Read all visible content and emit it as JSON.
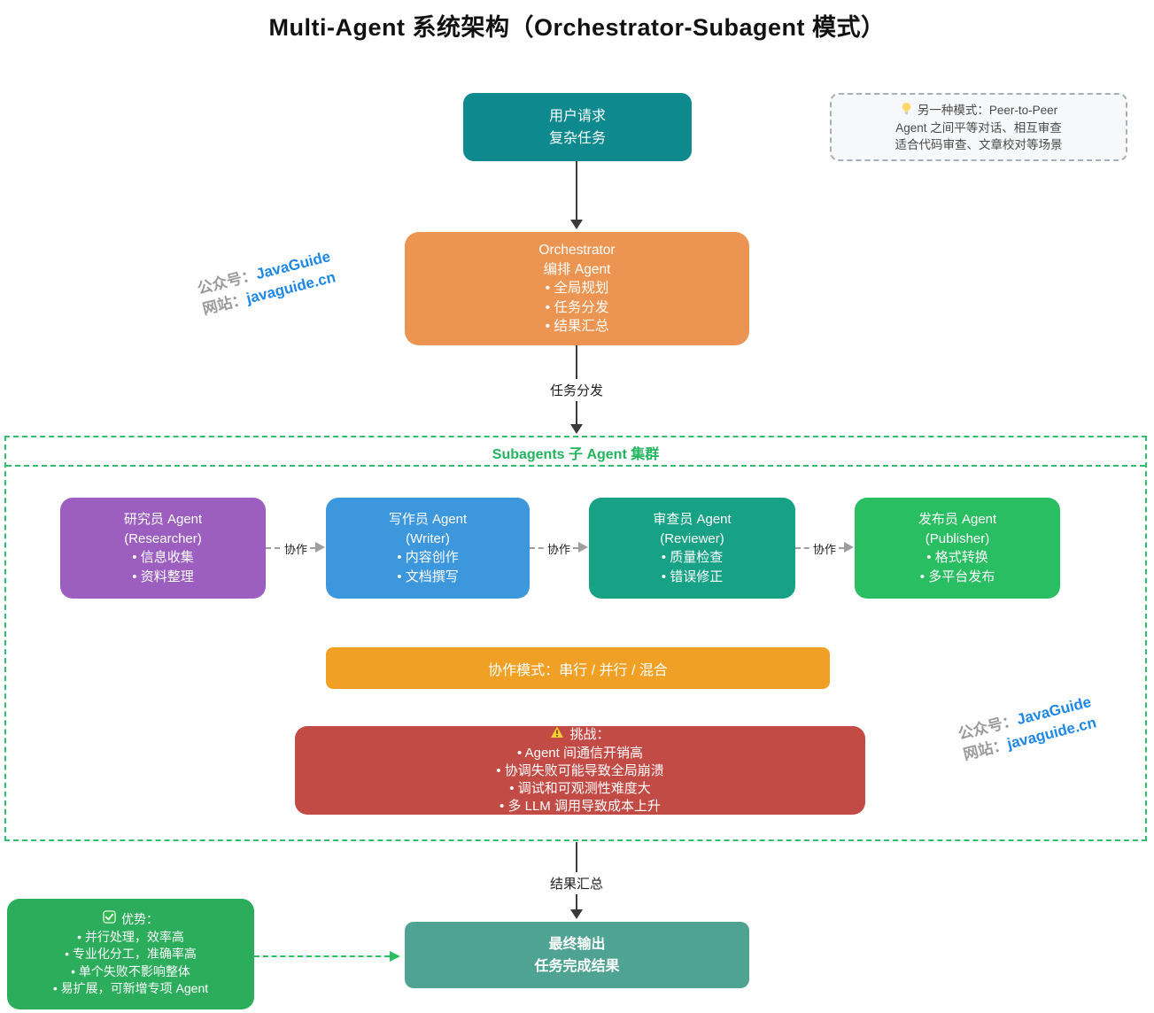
{
  "title": "Multi-Agent 系统架构（Orchestrator-Subagent 模式）",
  "user_request": {
    "line1": "用户请求",
    "line2": "复杂任务",
    "color": "#0E8A8F"
  },
  "note": {
    "line1": "另一种模式：Peer-to-Peer",
    "line2": "Agent 之间平等对话、相互审查",
    "line3": "适合代码审查、文章校对等场景",
    "bulb_icon": "lightbulb"
  },
  "watermark": {
    "label1": "公众号：",
    "value1": "JavaGuide",
    "label2": "网站：",
    "value2": "javaguide.cn",
    "value_color": "#1E88E5"
  },
  "orchestrator": {
    "title": "Orchestrator",
    "subtitle": "编排 Agent",
    "bullets": [
      "全局规划",
      "任务分发",
      "结果汇总"
    ],
    "color": "#EC9552"
  },
  "edges": {
    "dispatch": "任务分发",
    "aggregate": "结果汇总",
    "collab": "协作"
  },
  "subagents": {
    "header": "Subagents 子 Agent 集群",
    "border_color": "#2EBE6E",
    "agents": [
      {
        "title": "研究员 Agent",
        "subtitle": "(Researcher)",
        "bullets": [
          "信息收集",
          "资料整理"
        ],
        "color": "#9C5FC0"
      },
      {
        "title": "写作员 Agent",
        "subtitle": "(Writer)",
        "bullets": [
          "内容创作",
          "文档撰写"
        ],
        "color": "#3D97DC"
      },
      {
        "title": "审查员 Agent",
        "subtitle": "(Reviewer)",
        "bullets": [
          "质量检查",
          "错误修正"
        ],
        "color": "#17A185"
      },
      {
        "title": "发布员 Agent",
        "subtitle": "(Publisher)",
        "bullets": [
          "格式转换",
          "多平台发布"
        ],
        "color": "#2ABE62"
      }
    ]
  },
  "collab_mode": {
    "text": "协作模式：串行 / 并行 / 混合",
    "color": "#F0A125"
  },
  "challenges": {
    "title": "挑战：",
    "warning_icon": "warning-triangle",
    "bullets": [
      "Agent 间通信开销高",
      "协调失败可能导致全局崩溃",
      "调试和可观测性难度大",
      "多 LLM 调用导致成本上升"
    ],
    "color": "#C24B45"
  },
  "advantages": {
    "title": "优势：",
    "check_icon": "check-box",
    "bullets": [
      "并行处理，效率高",
      "专业化分工，准确率高",
      "单个失败不影响整体",
      "易扩展，可新增专项 Agent"
    ],
    "color": "#2BAD5C"
  },
  "final_output": {
    "line1": "最终输出",
    "line2": "任务完成结果",
    "color": "#4FA392"
  }
}
